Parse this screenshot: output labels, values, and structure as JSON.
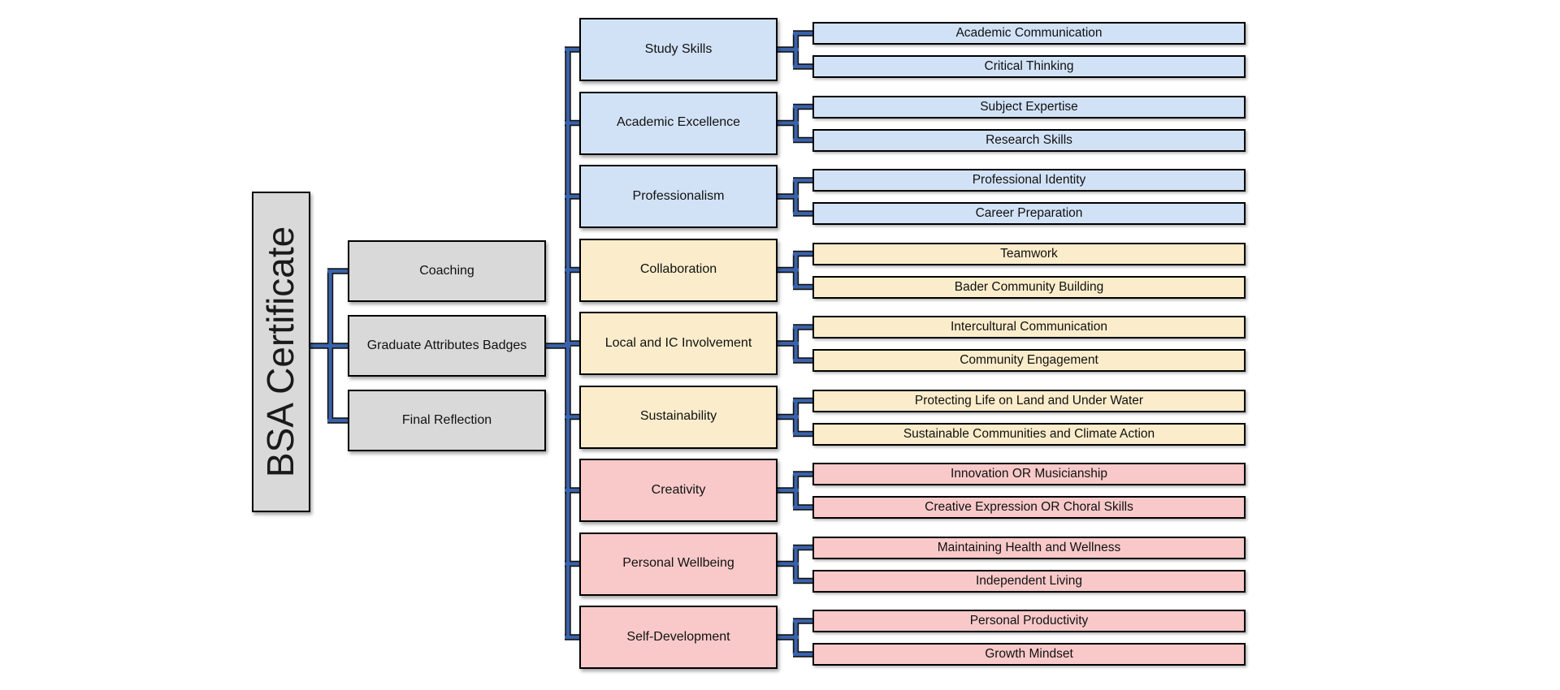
{
  "diagram": {
    "root": {
      "label": "BSA Certificate"
    },
    "level2": [
      {
        "label": "Coaching"
      },
      {
        "label": "Graduate Attributes Badges"
      },
      {
        "label": "Final Reflection"
      }
    ],
    "categories": [
      {
        "label": "Study Skills",
        "group": "blue",
        "children": [
          "Academic Communication",
          "Critical Thinking"
        ]
      },
      {
        "label": "Academic Excellence",
        "group": "blue",
        "children": [
          "Subject Expertise",
          "Research Skills"
        ]
      },
      {
        "label": "Professionalism",
        "group": "blue",
        "children": [
          "Professional Identity",
          "Career Preparation"
        ]
      },
      {
        "label": "Collaboration",
        "group": "yellow",
        "children": [
          "Teamwork",
          "Bader Community Building"
        ]
      },
      {
        "label": "Local and IC Involvement",
        "group": "yellow",
        "children": [
          "Intercultural Communication",
          "Community Engagement"
        ]
      },
      {
        "label": "Sustainability",
        "group": "yellow",
        "children": [
          "Protecting Life on Land and Under Water",
          "Sustainable Communities and Climate Action"
        ]
      },
      {
        "label": "Creativity",
        "group": "pink",
        "children": [
          "Innovation OR Musicianship",
          "Creative Expression OR Choral Skills"
        ]
      },
      {
        "label": "Personal Wellbeing",
        "group": "pink",
        "children": [
          "Maintaining Health and Wellness",
          "Independent Living"
        ]
      },
      {
        "label": "Self-Development",
        "group": "pink",
        "children": [
          "Personal Productivity",
          "Growth Mindset"
        ]
      }
    ],
    "colors": {
      "gray": "#D9D9D9",
      "blue": "#D2E2F6",
      "yellow": "#FBEDCB",
      "pink": "#F9C9C9",
      "connector_core": "#3A62AB",
      "connector_casing": "#121212",
      "box_border": "#000000"
    }
  }
}
